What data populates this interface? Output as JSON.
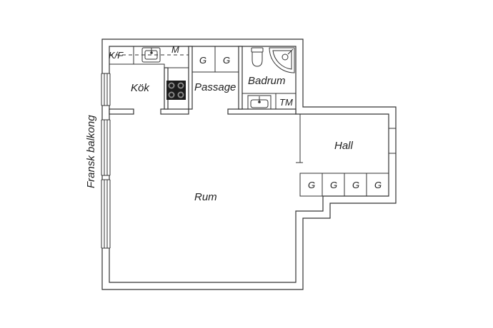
{
  "labels": {
    "kf": "K/F",
    "m": "M",
    "kok": "Kök",
    "passage": "Passage",
    "badrum": "Badrum",
    "tm": "TM",
    "hall": "Hall",
    "rum": "Rum",
    "balcony": "Fransk balkong",
    "wardrobe": "G"
  }
}
